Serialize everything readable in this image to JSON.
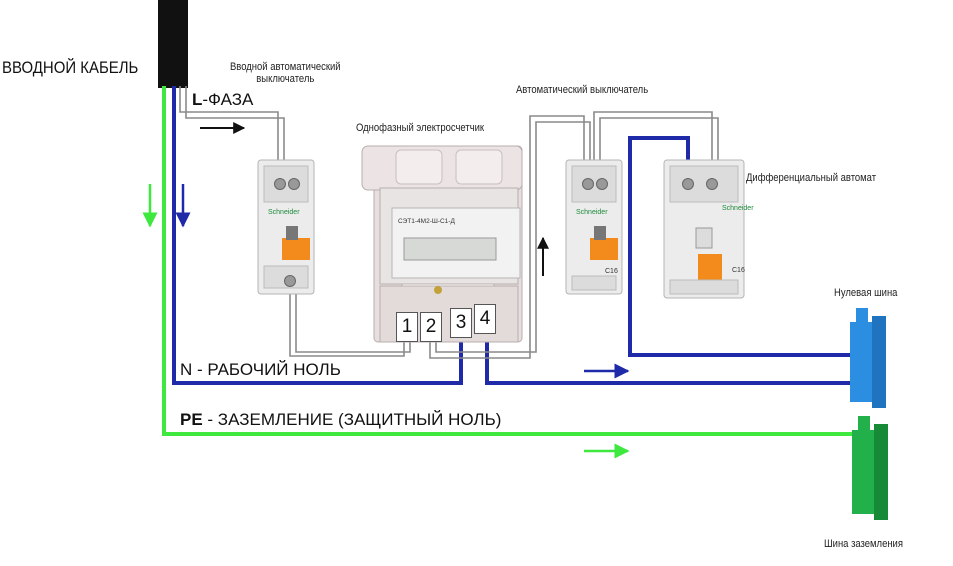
{
  "labels": {
    "input_cable": "ВВОДНОЙ КАБЕЛЬ",
    "input_breaker": "Вводной автоматический\nвыключатель",
    "phase_letter": "L",
    "phase_text": "-ФАЗА",
    "meter": "Однофазный электросчетчик",
    "breaker": "Автоматический выключатель",
    "rcbo": "Дифференциальный автомат",
    "neutral_bus": "Нулевая шина",
    "working_neutral": "N - РАБОЧИЙ НОЛЬ",
    "pe_letter": "PE",
    "pe_text": " - ЗАЗЕМЛЕНИЕ (ЗАЩИТНЫЙ НОЛЬ)",
    "ground_bus": "Шина заземления"
  },
  "device_marks": {
    "brand": "Schneider",
    "meter_model": "СЭТ1-4М2-Ш-С1-Д",
    "breaker_rating": "C16",
    "rcbo_rating": "C16"
  },
  "meter_terminals": [
    "1",
    "2",
    "3",
    "4"
  ],
  "colors": {
    "phase_wire": "#7f7f7f",
    "neutral_wire": "#1e2aa8",
    "ground_wire": "#3ee83e",
    "cable": "#111111",
    "device_body": "#ececec",
    "toggle": "#f28a1c",
    "neutral_bus": "#2b8ee0",
    "ground_bus": "#22b04a"
  }
}
